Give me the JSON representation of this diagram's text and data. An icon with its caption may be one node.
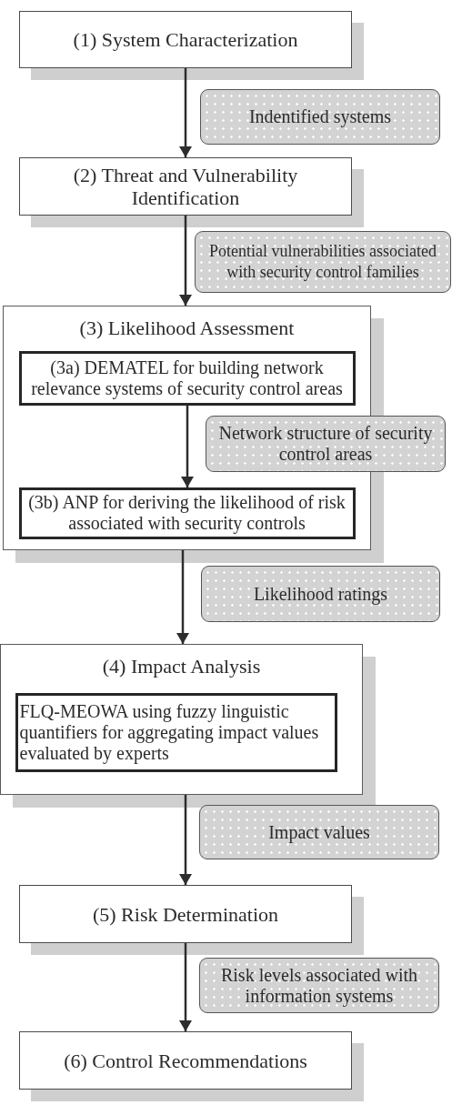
{
  "diagram": {
    "nodes": [
      {
        "text": [
          "(1) System Characterization"
        ]
      },
      {
        "text": [
          "Indentified systems"
        ]
      },
      {
        "text": [
          "(2) Threat and Vulnerability Identification"
        ]
      },
      {
        "text": [
          "Potential vulnerabilities associated with security control families"
        ]
      },
      {
        "text": [
          "(3) Likelihood Assessment"
        ]
      },
      {
        "text": [
          "(3a) DEMATEL for building network relevance systems of security control areas"
        ],
        "in": 4
      },
      {
        "text": [
          "Network structure of security control areas"
        ]
      },
      {
        "text": [
          "(3b) ANP for deriving the likelihood of risk associated with security controls"
        ],
        "in": 4
      },
      {
        "text": [
          "Likelihood ratings"
        ]
      },
      {
        "text": [
          "(4) Impact Analysis"
        ]
      },
      {
        "text": [
          "FLQ-MEOWA using fuzzy linguistic quantifiers for aggregating impact values evaluated by experts"
        ],
        "in": 9
      },
      {
        "text": [
          "Impact values"
        ]
      },
      {
        "text": [
          "(5) Risk Determination"
        ]
      },
      {
        "text": [
          "Risk levels associated with information systems"
        ]
      },
      {
        "text": [
          "(6) Control Recommendations"
        ]
      }
    ],
    "edges": [
      {
        "from": 0,
        "to": 2,
        "arrow": "to"
      },
      {
        "from": 2,
        "to": 4,
        "arrow": "to"
      },
      {
        "from": 5,
        "to": 7,
        "arrow": "to"
      },
      {
        "from": 4,
        "to": 9,
        "arrow": "to"
      },
      {
        "from": 9,
        "to": 12,
        "arrow": "to"
      },
      {
        "from": 12,
        "to": 14,
        "arrow": "to"
      }
    ]
  }
}
